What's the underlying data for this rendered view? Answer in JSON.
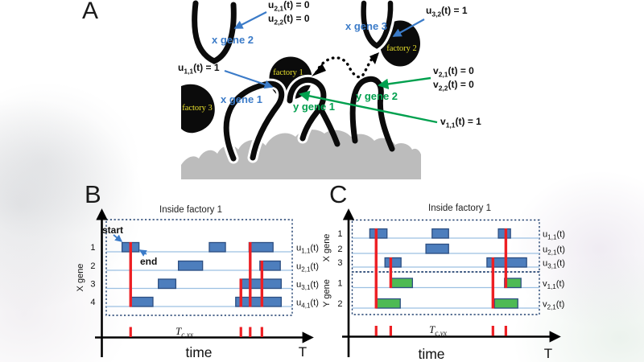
{
  "figure": {
    "panel_a_label": "A",
    "panel_b_label": "B",
    "panel_c_label": "C"
  },
  "colors": {
    "annotation_blue": "#3b7bc8",
    "annotation_green": "#00a04e",
    "factory_yellow": "#e8e02c",
    "pulse_blue": "#4d7ebd",
    "pulse_green": "#4eba54",
    "pulse_border": "#2d4f82",
    "event_red": "#ed1f24",
    "row_line_blue": "#9cc0e2",
    "dotted_border": "#1f3f6e",
    "chromatin_gray": "#bcbcbc",
    "ink_black": "#0b0b0b"
  },
  "panelA": {
    "annotations": {
      "u21": {
        "base": "u",
        "sub": "2,1",
        "rest": "(t) = 0"
      },
      "u22": {
        "base": "u",
        "sub": "2,2",
        "rest": "(t) = 0"
      },
      "u32": {
        "base": "u",
        "sub": "3,2",
        "rest": "(t) = 1"
      },
      "u11": {
        "base": "u",
        "sub": "1,1",
        "rest": "(t) = 1"
      },
      "v21": {
        "base": "v",
        "sub": "2,1",
        "rest": "(t) = 0"
      },
      "v22": {
        "base": "v",
        "sub": "2,2",
        "rest": "(t) = 0"
      },
      "v11": {
        "base": "v",
        "sub": "1,1",
        "rest": "(t) = 1"
      }
    },
    "genes": {
      "xgene1": "x gene 1",
      "xgene2": "x gene 2",
      "xgene3": "x gene 3",
      "ygene1": "y gene 1",
      "ygene2": "y gene 2"
    },
    "factories": {
      "f1": "factory 1",
      "f2": "factory 2",
      "f3": "factory 3"
    }
  },
  "chart_data": [
    {
      "type": "gantt",
      "panel": "B",
      "title": "Inside factory 1",
      "xlabel": "time",
      "x_end_label": "T",
      "x_range": [
        0,
        100
      ],
      "critical_time": {
        "base": "T",
        "sub": "c,xx"
      },
      "groups": [
        {
          "label": "X gene",
          "rows": [
            0,
            1,
            2,
            3
          ]
        }
      ],
      "rows": [
        {
          "id": "1",
          "signal": {
            "base": "u",
            "sub": "1,1",
            "rest": "(t)"
          },
          "color": "blue",
          "pulses": [
            [
              8.5,
              17.6
            ],
            [
              55.4,
              64.1
            ],
            [
              76.8,
              89.7
            ]
          ]
        },
        {
          "id": "2",
          "signal": {
            "base": "u",
            "sub": "2,1",
            "rest": "(t)"
          },
          "color": "blue",
          "pulses": [
            [
              38.8,
              51.8
            ],
            [
              82.6,
              93.6
            ]
          ]
        },
        {
          "id": "3",
          "signal": {
            "base": "u",
            "sub": "3,1",
            "rest": "(t)"
          },
          "color": "blue",
          "pulses": [
            [
              28.0,
              37.4
            ],
            [
              72.0,
              94.1
            ]
          ]
        },
        {
          "id": "4",
          "signal": {
            "base": "u",
            "sub": "4,1",
            "rest": "(t)"
          },
          "color": "blue",
          "pulses": [
            [
              12.9,
              25.1
            ],
            [
              69.6,
              94.1
            ]
          ]
        }
      ],
      "event_lines": [
        {
          "t": 13.1,
          "from": 0,
          "to": 3
        },
        {
          "t": 72.4,
          "from": 2,
          "to": 3
        },
        {
          "t": 77.4,
          "from": 0,
          "to": 3
        },
        {
          "t": 83.7,
          "from": 1,
          "to": 3
        }
      ],
      "ticks": [
        13.1,
        72.4,
        77.4,
        83.7
      ],
      "annotations": [
        {
          "id": "start",
          "text": "start"
        },
        {
          "id": "end",
          "text": "end"
        }
      ]
    },
    {
      "type": "gantt",
      "panel": "C",
      "title": "Inside factory 1",
      "xlabel": "time",
      "x_end_label": "T",
      "x_range": [
        0,
        100
      ],
      "critical_time": {
        "base": "T",
        "sub": "c,yx"
      },
      "groups": [
        {
          "label": "X gene",
          "rows": [
            0,
            1,
            2
          ]
        },
        {
          "label": "Y gene",
          "rows": [
            3,
            4
          ]
        }
      ],
      "rows": [
        {
          "id": "1",
          "signal": {
            "base": "u",
            "sub": "1,1",
            "rest": "(t)"
          },
          "color": "blue",
          "pulses": [
            [
              9.4,
              18.6
            ],
            [
              42.7,
              51.5
            ],
            [
              78.1,
              84.6
            ]
          ]
        },
        {
          "id": "2",
          "signal": {
            "base": "u",
            "sub": "2,1",
            "rest": "(t)"
          },
          "color": "blue",
          "pulses": [
            [
              39.4,
              51.5
            ]
          ]
        },
        {
          "id": "3",
          "signal": {
            "base": "u",
            "sub": "3,1",
            "rest": "(t)"
          },
          "color": "blue",
          "pulses": [
            [
              17.5,
              26.1
            ],
            [
              72.0,
              93.2
            ]
          ]
        },
        {
          "id": "1y",
          "signal": {
            "base": "v",
            "sub": "1,1",
            "rest": "(t)"
          },
          "color": "green",
          "pulses": [
            [
              20.4,
              32.2
            ],
            [
              81.4,
              90.2
            ]
          ]
        },
        {
          "id": "2y",
          "signal": {
            "base": "v",
            "sub": "2,1",
            "rest": "(t)"
          },
          "color": "green",
          "pulses": [
            [
              12.8,
              25.7
            ],
            [
              76.0,
              88.5
            ]
          ]
        }
      ],
      "row_display_ids": [
        "1",
        "2",
        "3",
        "1",
        "2"
      ],
      "event_lines": [
        {
          "t": 12.8,
          "from": 0,
          "to": 4
        },
        {
          "t": 20.6,
          "from": 2,
          "to": 3
        },
        {
          "t": 75.2,
          "from": 2,
          "to": 4
        },
        {
          "t": 82.1,
          "from": 0,
          "to": 3
        }
      ],
      "ticks": [
        12.8,
        20.6,
        75.2,
        82.1
      ]
    }
  ]
}
